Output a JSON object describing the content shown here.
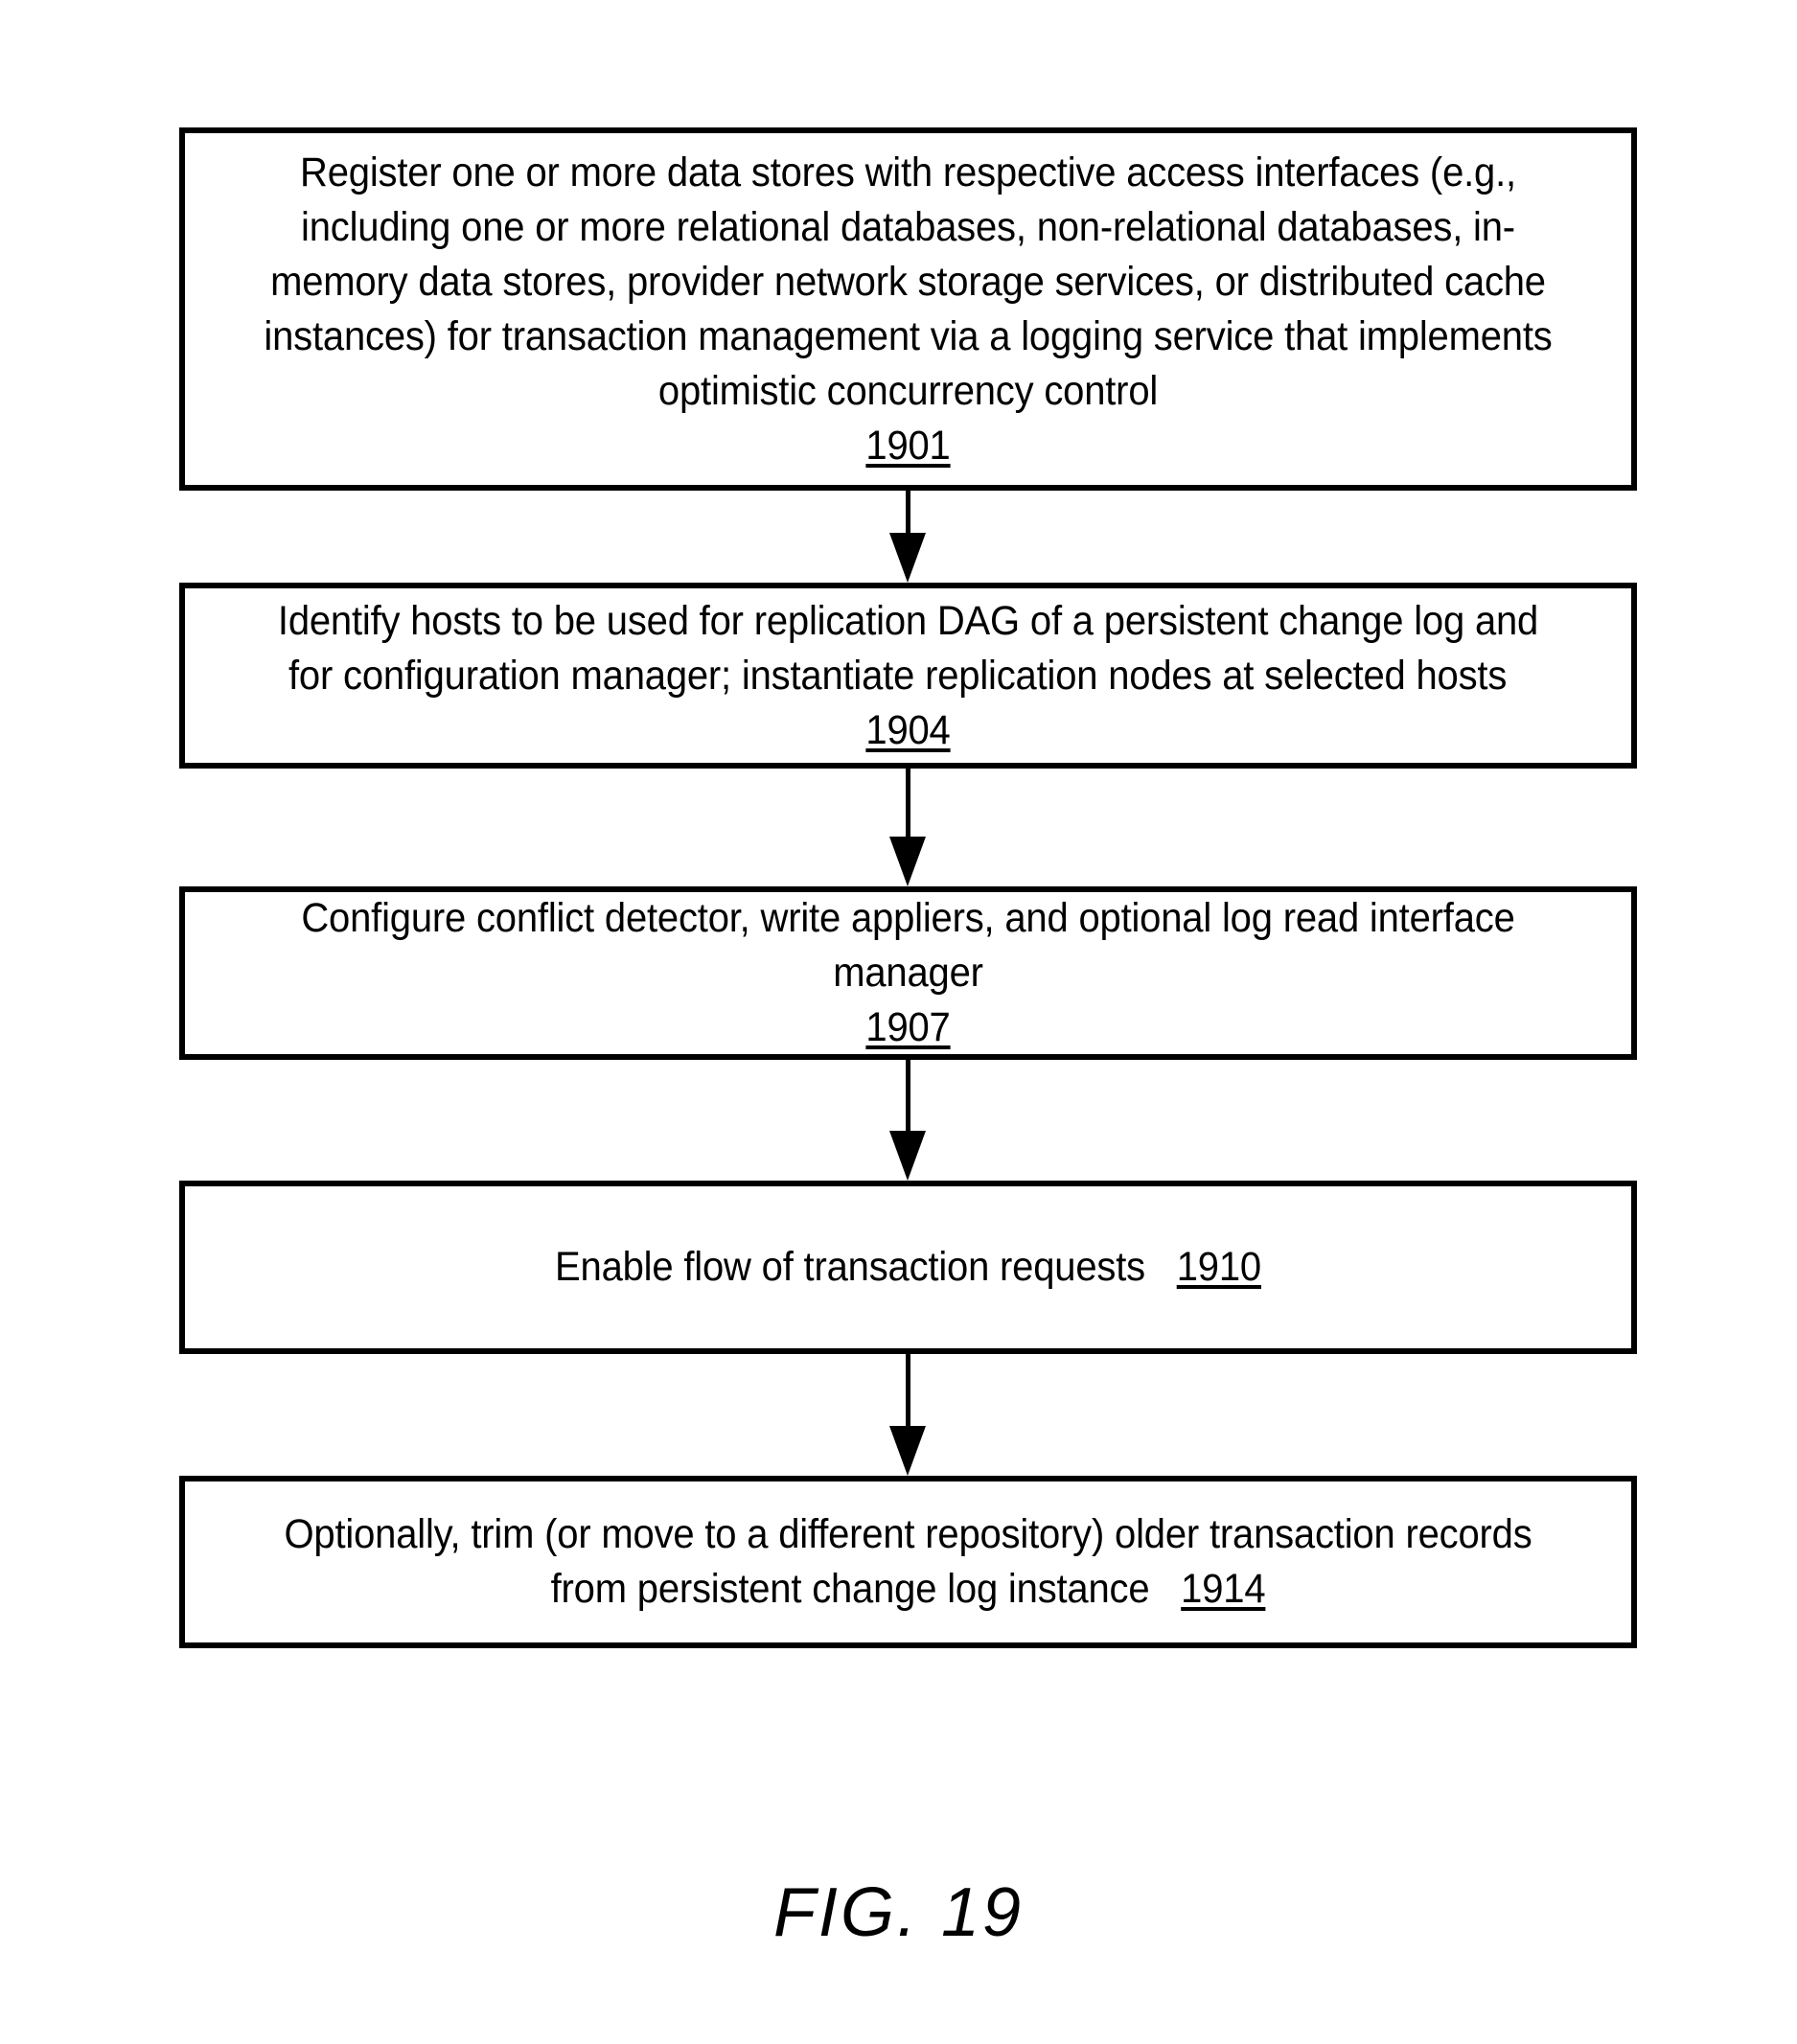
{
  "figure": {
    "caption": "FIG. 19",
    "type": "flowchart",
    "orientation": "vertical"
  },
  "flowchart": {
    "steps": [
      {
        "id": "1901",
        "ref": "1901",
        "ref_placement": "own-line",
        "text": "Register one or more data stores with respective access interfaces (e.g., including one or more relational databases, non-relational databases, in-memory data stores, provider network storage services, or distributed cache instances) for transaction management via a logging service that implements optimistic concurrency control",
        "lines": [
          "Register one or more data stores with respective access interfaces (e.g., including",
          "one or more relational databases, non-relational databases, in-memory data stores,",
          "provider network storage services, or distributed cache instances) for transaction",
          "management via a logging service that implements optimistic concurrency control"
        ]
      },
      {
        "id": "1904",
        "ref": "1904",
        "ref_placement": "inline",
        "text": "Identify hosts to be used for replication DAG of a persistent change log and for configuration manager; instantiate replication nodes at selected hosts",
        "lines": [
          "Identify hosts to be used for replication DAG of a persistent change log and for",
          "configuration manager; instantiate replication nodes at selected hosts"
        ]
      },
      {
        "id": "1907",
        "ref": "1907",
        "ref_placement": "own-line",
        "text": "Configure conflict detector, write appliers, and optional log read interface manager",
        "lines": [
          "Configure conflict detector, write appliers, and optional log read interface manager"
        ]
      },
      {
        "id": "1910",
        "ref": "1910",
        "ref_placement": "inline",
        "text": "Enable flow of transaction requests",
        "lines": [
          "Enable flow of transaction requests"
        ]
      },
      {
        "id": "1914",
        "ref": "1914",
        "ref_placement": "inline",
        "text": "Optionally, trim (or move to a different repository) older transaction records  from persistent change log instance",
        "lines": [
          "Optionally, trim (or move to a different repository) older transaction records  from",
          "persistent change log instance"
        ]
      }
    ],
    "connectors": [
      {
        "from": "1901",
        "to": "1904",
        "style": "solid-arrow-down"
      },
      {
        "from": "1904",
        "to": "1907",
        "style": "solid-arrow-down"
      },
      {
        "from": "1907",
        "to": "1910",
        "style": "solid-arrow-down"
      },
      {
        "from": "1910",
        "to": "1914",
        "style": "solid-arrow-down"
      }
    ]
  },
  "colors": {
    "ink": "#000000",
    "paper": "#ffffff"
  }
}
